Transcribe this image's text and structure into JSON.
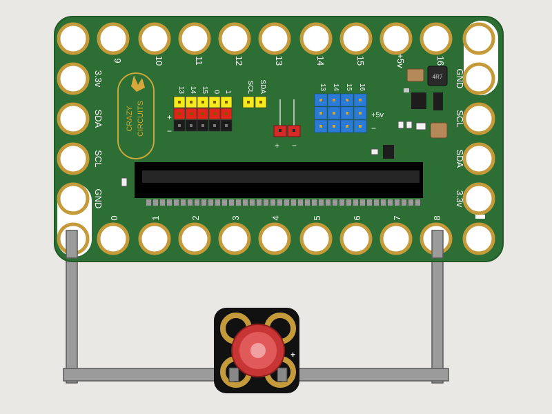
{
  "board": {
    "logo_line1": "CRAZY",
    "logo_line2": "CIRCUITS",
    "top_pins": [
      "9",
      "10",
      "11",
      "12",
      "13",
      "14",
      "15",
      "+5v",
      "16"
    ],
    "bottom_pins": [
      "0",
      "1",
      "2",
      "3",
      "4",
      "5",
      "6",
      "7",
      "8"
    ],
    "left_pins": [
      "3.3v",
      "SDA",
      "SCL",
      "GND"
    ],
    "right_pins": [
      "GND",
      "SCL",
      "SDA",
      "3.3v"
    ],
    "header_left_cols": [
      "13",
      "14",
      "15",
      "0",
      "1",
      "SCL",
      "SDA"
    ],
    "header_right_cols": [
      "13",
      "14",
      "15",
      "16"
    ],
    "plus_sign": "+",
    "minus_sign": "−",
    "plus_5v": "+5v",
    "inductor_marking": "4R7"
  },
  "module": {
    "plus_sign": "+"
  },
  "colors": {
    "pcb": "#2c6e33",
    "pcb_edge": "#1f5a26",
    "pad": "#c49a3a",
    "header_yellow": "#f7ea1b",
    "header_red": "#e2231a",
    "header_black": "#1b1b1b",
    "header_blue": "#2b7bd6",
    "led_red": "#d23b3b",
    "background": "#e9e8e4"
  }
}
